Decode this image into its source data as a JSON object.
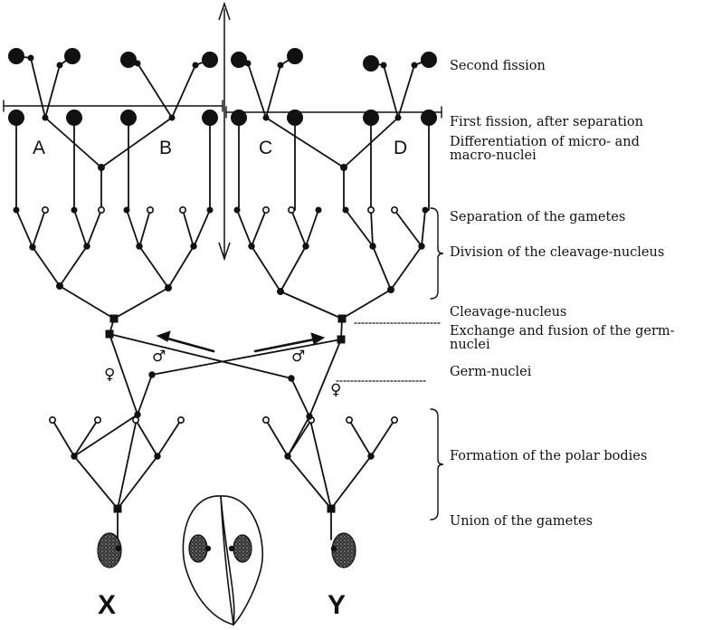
{
  "group_letters": {
    "a": "A",
    "b": "B",
    "c": "C",
    "d": "D"
  },
  "individuals": {
    "x": "X",
    "y": "Y"
  },
  "sex_symbols": {
    "female": "♀",
    "male": "♂"
  },
  "labels": {
    "second_fission": "Second fission",
    "first_fission": "First fission, after separation",
    "differentiation_1": "Differentiation of micro- and",
    "differentiation_2": "macro-nuclei",
    "separation": "Separation of the gametes",
    "division": "Division of the cleavage-nucleus",
    "cleavage": "Cleavage-nucleus",
    "exchange_1": "Exchange and fusion of the germ-",
    "exchange_2": "nuclei",
    "germ": "Germ-nuclei",
    "polar": "Formation of the polar bodies",
    "union": "Union of the gametes"
  }
}
